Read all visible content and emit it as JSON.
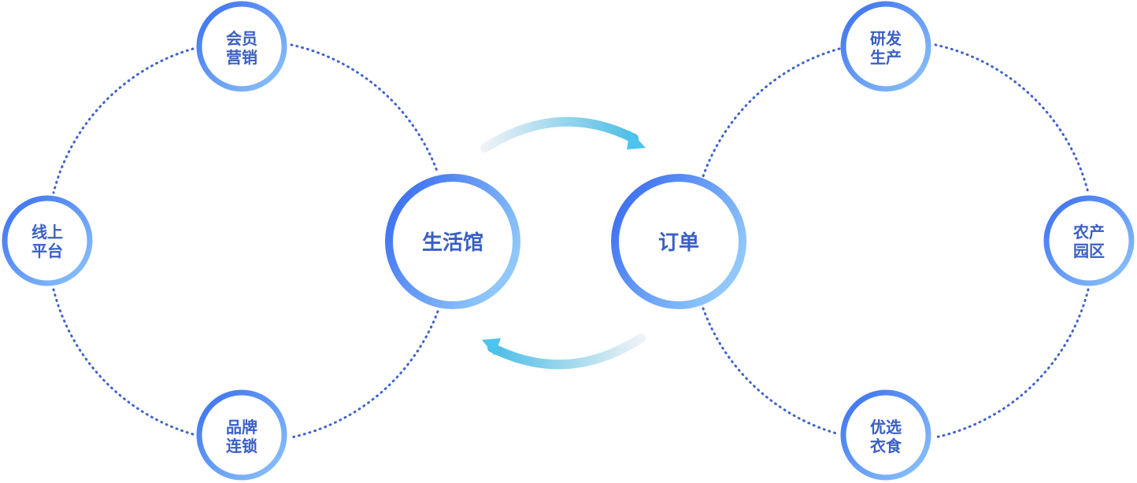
{
  "diagram": {
    "left_cluster": {
      "center": {
        "label": "生活馆"
      },
      "satellites": [
        {
          "key": "top",
          "line1": "会员",
          "line2": "营销"
        },
        {
          "key": "left",
          "line1": "线上",
          "line2": "平台"
        },
        {
          "key": "bottom",
          "line1": "品牌",
          "line2": "连锁"
        }
      ]
    },
    "right_cluster": {
      "center": {
        "label": "订单"
      },
      "satellites": [
        {
          "key": "top",
          "line1": "研发",
          "line2": "生产"
        },
        {
          "key": "right",
          "line1": "农产",
          "line2": "园区"
        },
        {
          "key": "bottom",
          "line1": "优选",
          "line2": "衣食"
        }
      ]
    },
    "flow": {
      "top_arrow_direction": "left-to-right",
      "bottom_arrow_direction": "right-to-left"
    },
    "colors": {
      "ring_start": "#3b6ff0",
      "ring_end": "#8ec5fb",
      "dotted_orbit": "#3f63c8",
      "label_text": "#3a5fc4",
      "arrow_start": "#e8eef5",
      "arrow_end": "#4fc0e8"
    }
  }
}
